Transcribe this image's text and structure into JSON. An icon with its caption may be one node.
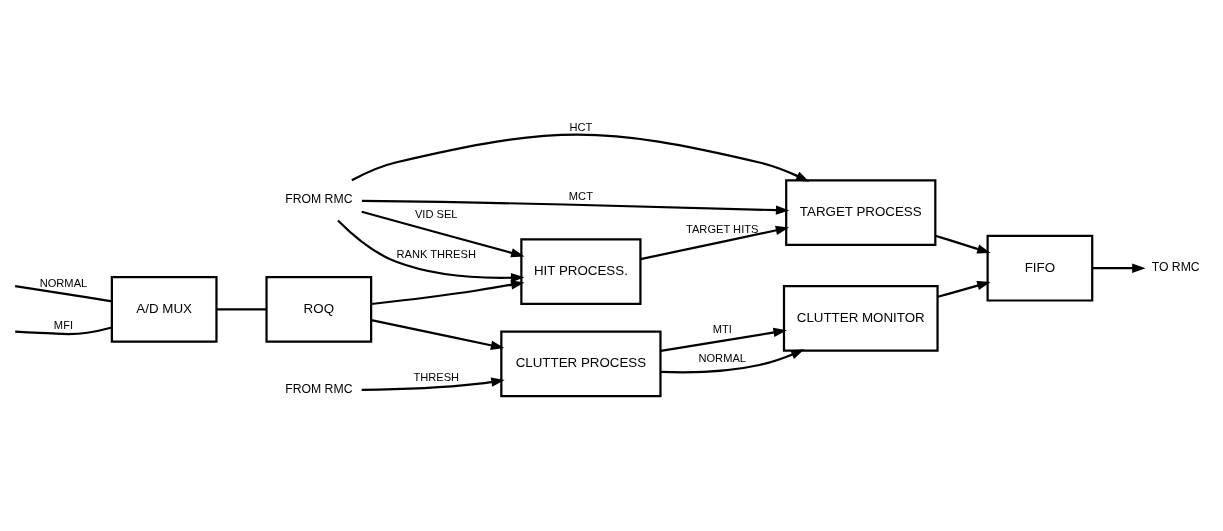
{
  "diagram": {
    "nodes": [
      {
        "text": [
          "A/D MUX"
        ]
      },
      {
        "text": [
          "ROQ"
        ]
      },
      {
        "text": [
          "HIT PROCESS."
        ]
      },
      {
        "text": [
          "TARGET PROCESS"
        ]
      },
      {
        "text": [
          "CLUTTER PROCESS"
        ]
      },
      {
        "text": [
          "CLUTTER MONITOR"
        ]
      },
      {
        "text": [
          "FIFO"
        ]
      },
      {
        "text": [
          "FROM RMC"
        ]
      },
      {
        "text": [
          "TO RMC"
        ]
      },
      {
        "text": [
          "FROM RMC"
        ]
      }
    ],
    "edges": [
      {
        "from": null,
        "to": 0,
        "arrow": "none",
        "label": "NORMAL"
      },
      {
        "from": null,
        "to": 0,
        "arrow": "none",
        "label": "MFI"
      },
      {
        "from": 0,
        "to": 1,
        "arrow": "none"
      },
      {
        "from": 1,
        "to": 2,
        "arrow": "to"
      },
      {
        "from": 1,
        "to": 4,
        "arrow": "to"
      },
      {
        "from": 7,
        "to": 2,
        "arrow": "to",
        "label": "VID SEL"
      },
      {
        "from": 7,
        "to": 2,
        "arrow": "to",
        "label": "RANK THRESH"
      },
      {
        "from": 7,
        "to": 3,
        "arrow": "to",
        "label": "HCT"
      },
      {
        "from": 7,
        "to": 3,
        "arrow": "to",
        "label": "MCT"
      },
      {
        "from": 2,
        "to": 3,
        "arrow": "to",
        "label": "TARGET HITS"
      },
      {
        "from": 4,
        "to": 5,
        "arrow": "to",
        "label": "NORMAL"
      },
      {
        "from": 4,
        "to": 5,
        "arrow": "to",
        "label": "MTI"
      },
      {
        "from": 9,
        "to": 4,
        "arrow": "to",
        "label": "THRESH"
      },
      {
        "from": 3,
        "to": 6,
        "arrow": "to"
      },
      {
        "from": 5,
        "to": 6,
        "arrow": "to"
      },
      {
        "from": 6,
        "to": 8,
        "arrow": "to"
      }
    ]
  }
}
